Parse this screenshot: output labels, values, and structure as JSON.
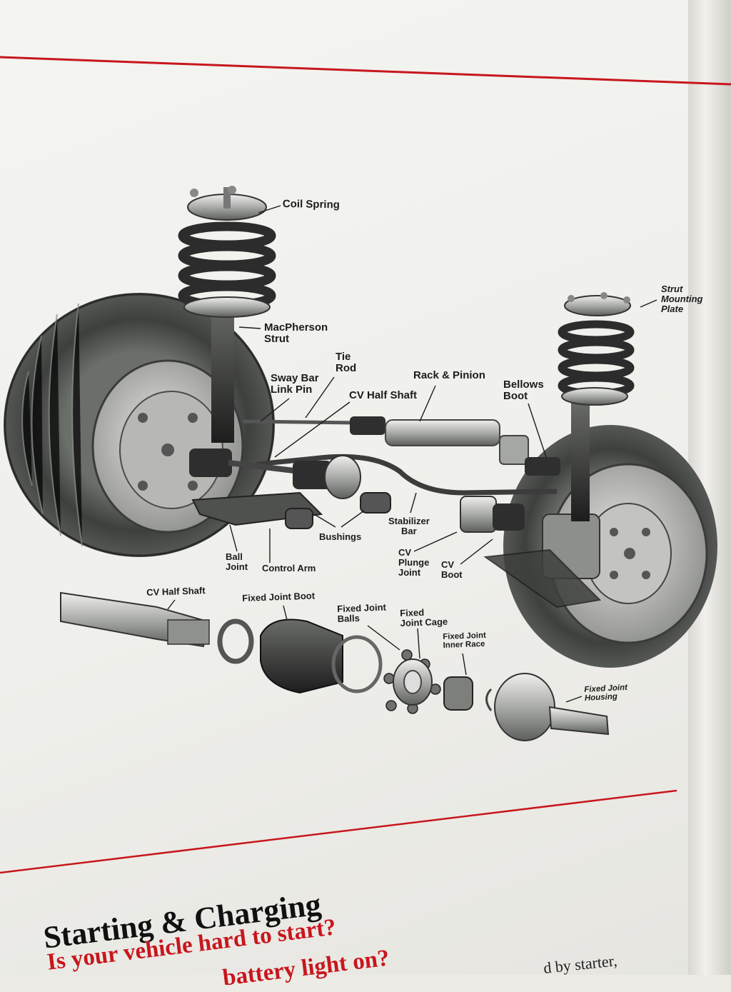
{
  "labels": {
    "coil_spring": "Coil Spring",
    "macpherson_strut": "MacPherson\nStrut",
    "tie_rod": "Tie\nRod",
    "sway_bar_link_pin": "Sway Bar\nLink Pin",
    "cv_half_shaft_top": "CV Half Shaft",
    "rack_pinion": "Rack & Pinion",
    "bellows_boot": "Bellows\nBoot",
    "strut_mounting_plate": "Strut\nMounting\nPlate",
    "stabilizer_bar": "Stabilizer\nBar",
    "bushings": "Bushings",
    "ball_joint": "Ball\nJoint",
    "control_arm": "Control Arm",
    "cv_plunge_joint": "CV\nPlunge\nJoint",
    "cv_boot": "CV\nBoot",
    "cv_half_shaft_bottom": "CV Half Shaft",
    "fixed_joint_boot": "Fixed Joint Boot",
    "fixed_joint_balls": "Fixed Joint\nBalls",
    "fixed_joint_cage": "Fixed\nJoint Cage",
    "fixed_joint_inner_race": "Fixed Joint\nInner Race",
    "fixed_joint_housing": "Fixed Joint\nHousing"
  },
  "section": {
    "heading": "Starting & Charging",
    "line1": "Is your vehicle hard to start?",
    "line2": "battery light on?",
    "side_fragment": "d by starter,"
  },
  "colors": {
    "accent_red": "#c8161d",
    "label_text": "#1c1c1c"
  }
}
